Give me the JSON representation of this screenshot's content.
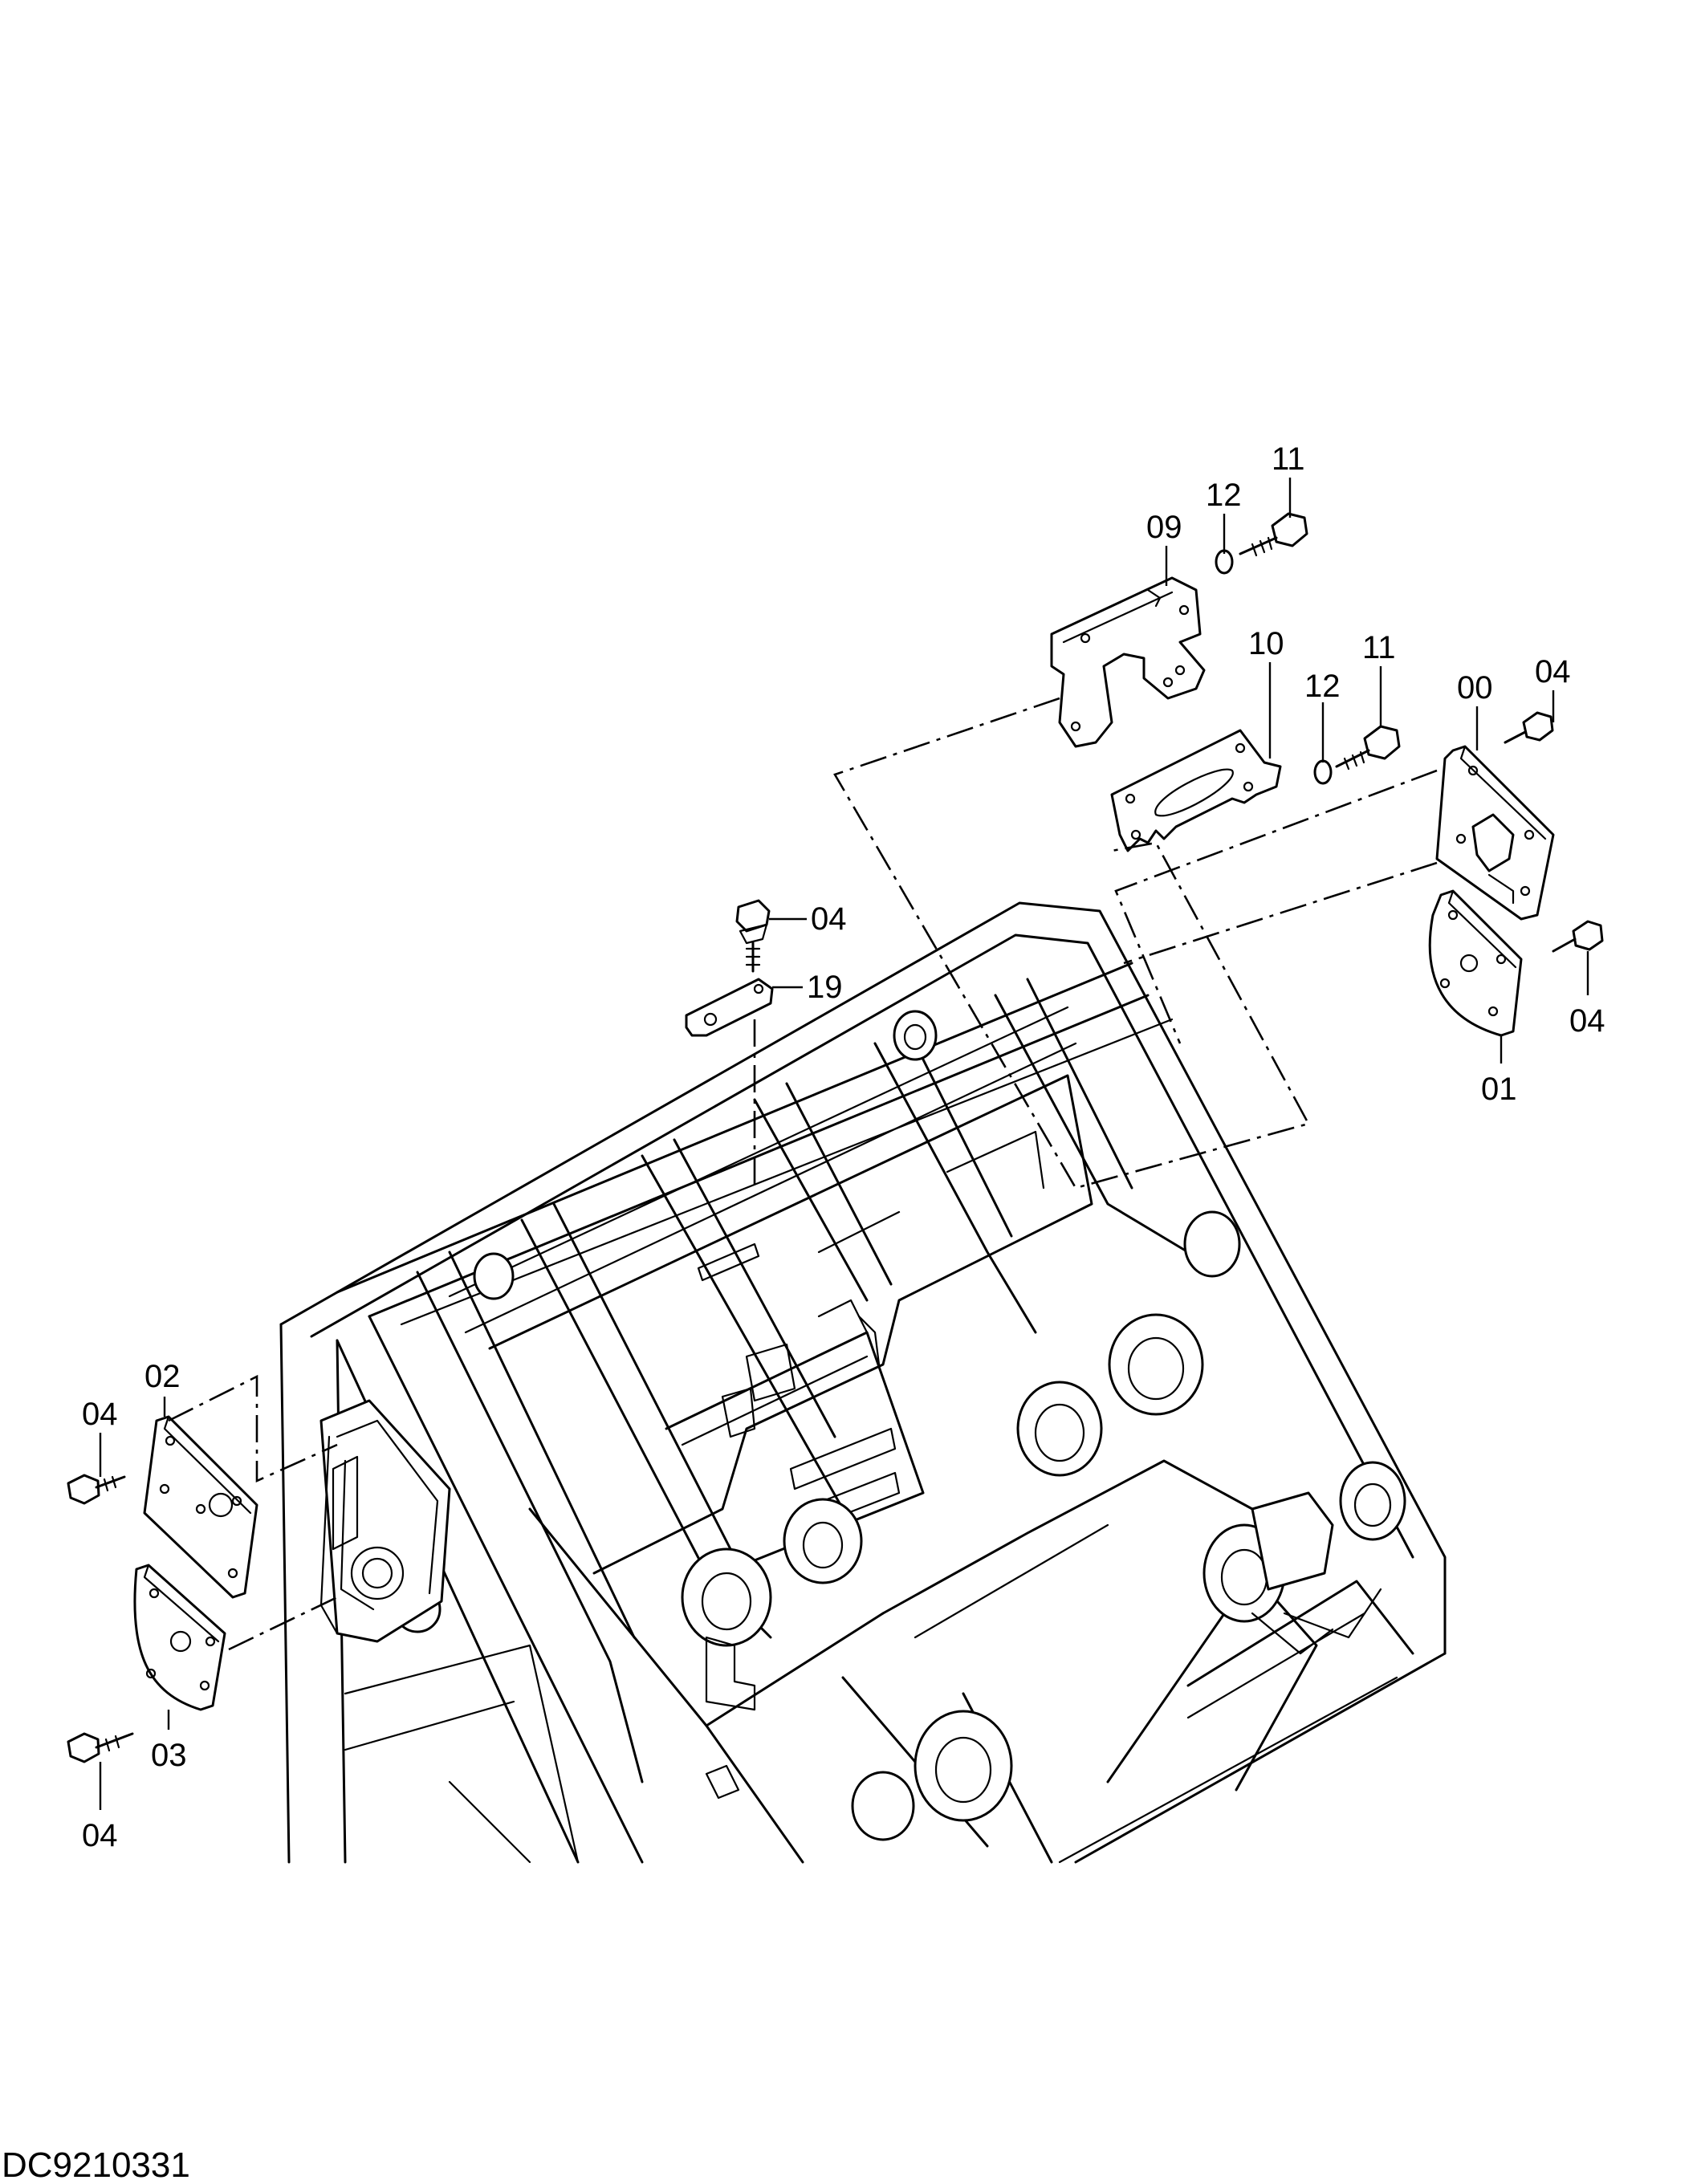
{
  "labels": {
    "p11a": "11",
    "p12a": "12",
    "p09": "09",
    "p10": "10",
    "p11b": "11",
    "p12b": "12",
    "p00": "00",
    "p04a": "04",
    "p04b": "04",
    "p01": "01",
    "p04c": "04",
    "p19": "19",
    "p02": "02",
    "p04d": "04",
    "p03": "03",
    "p04e": "04"
  },
  "drawing_code": "DC9210331"
}
